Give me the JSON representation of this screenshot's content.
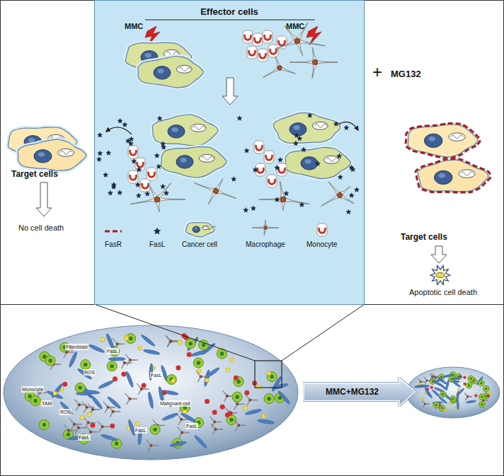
{
  "diagram": {
    "nodes": [
      {
        "text": [
          "Effector cells"
        ]
      },
      {
        "text": [
          "MMC+MG132"
        ]
      }
    ],
    "labels": [
      "MMC",
      "MMC",
      "+",
      "MG132",
      "Target cells",
      "No cell death",
      "Target cells",
      "Apoptotic cell death",
      "Fibroblast",
      "FasL",
      "ROS",
      "Monocyte",
      "TAM",
      "ROS",
      "FasL",
      "FasL",
      "Malignant cell",
      "FasL",
      "FasL"
    ],
    "legend": [
      {
        "text": "FasR"
      },
      {
        "text": "FasL"
      },
      {
        "text": "Cancer cell"
      },
      {
        "text": "Macrophage"
      },
      {
        "text": "Monocyte"
      }
    ]
  }
}
